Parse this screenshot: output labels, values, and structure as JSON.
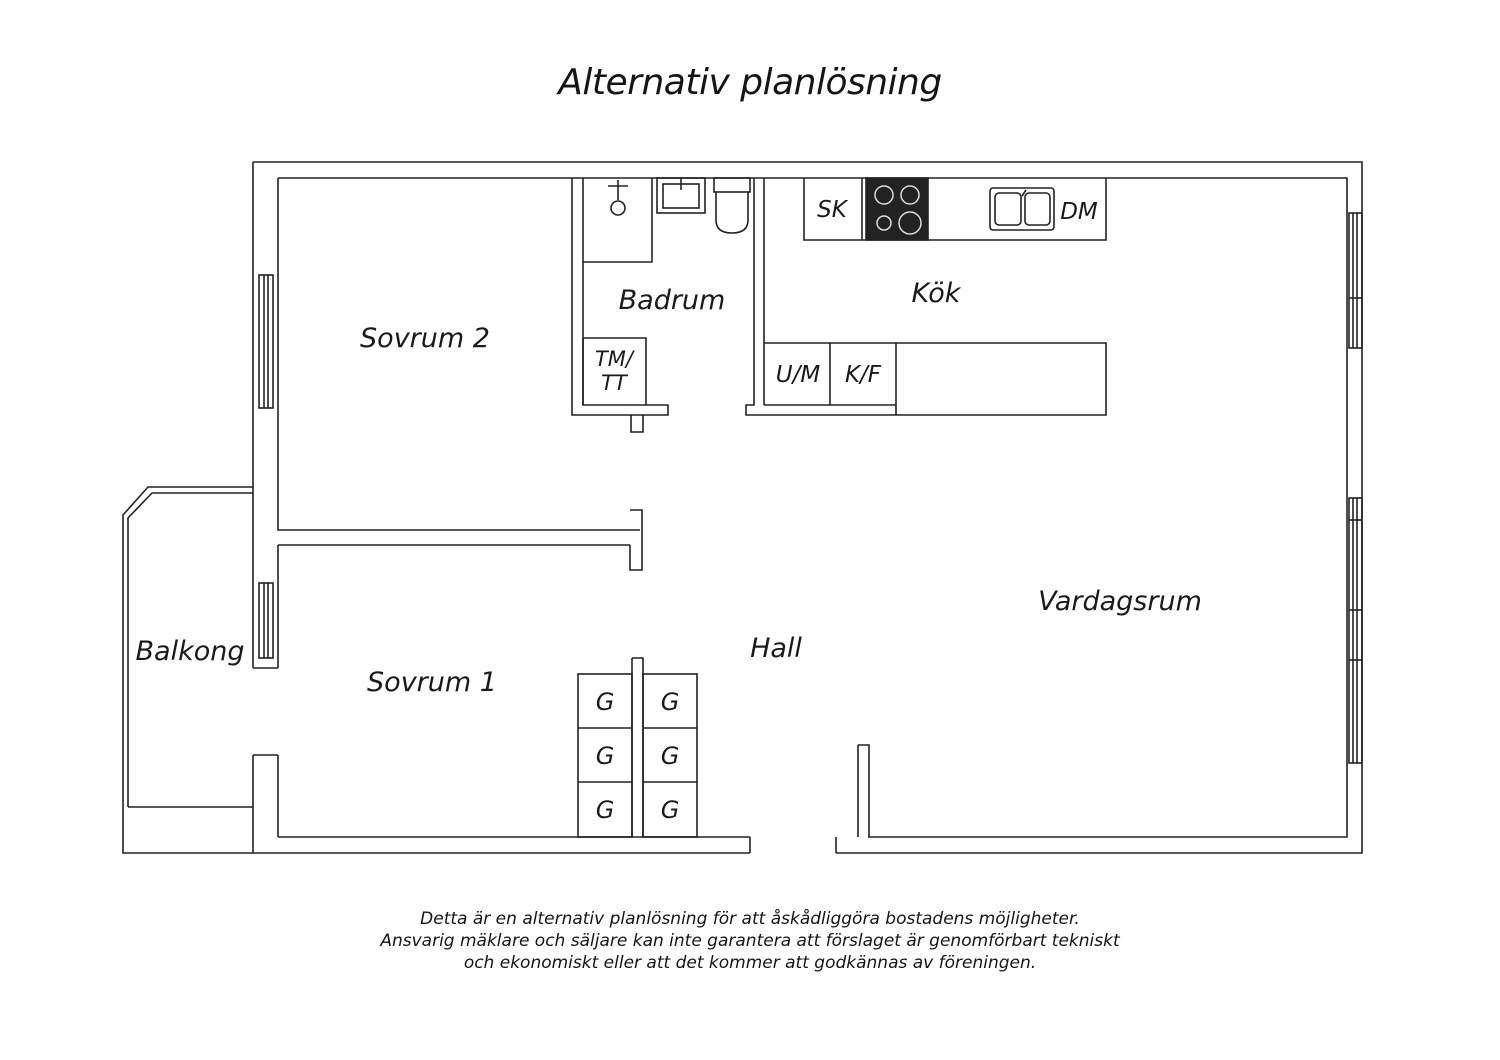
{
  "title": "Alternativ planlösning",
  "rooms": {
    "sovrum2": "Sovrum 2",
    "sovrum1": "Sovrum 1",
    "badrum": "Badrum",
    "kok": "Kök",
    "vardagsrum": "Vardagsrum",
    "hall": "Hall",
    "balkong": "Balkong"
  },
  "fixtures": {
    "sk": "SK",
    "dm": "DM",
    "um": "U/M",
    "kf": "K/F",
    "tm_line1": "TM/",
    "tm_line2": "TT",
    "wardrobes": [
      "G",
      "G",
      "G",
      "G",
      "G",
      "G"
    ]
  },
  "disclaimer": [
    "Detta är en alternativ planlösning för att åskådliggöra bostadens möjligheter.",
    "Ansvarig mäklare och säljare kan inte garantera att förslaget är genomförbart tekniskt",
    "och ekonomiskt eller att det kommer att godkännas av föreningen."
  ]
}
